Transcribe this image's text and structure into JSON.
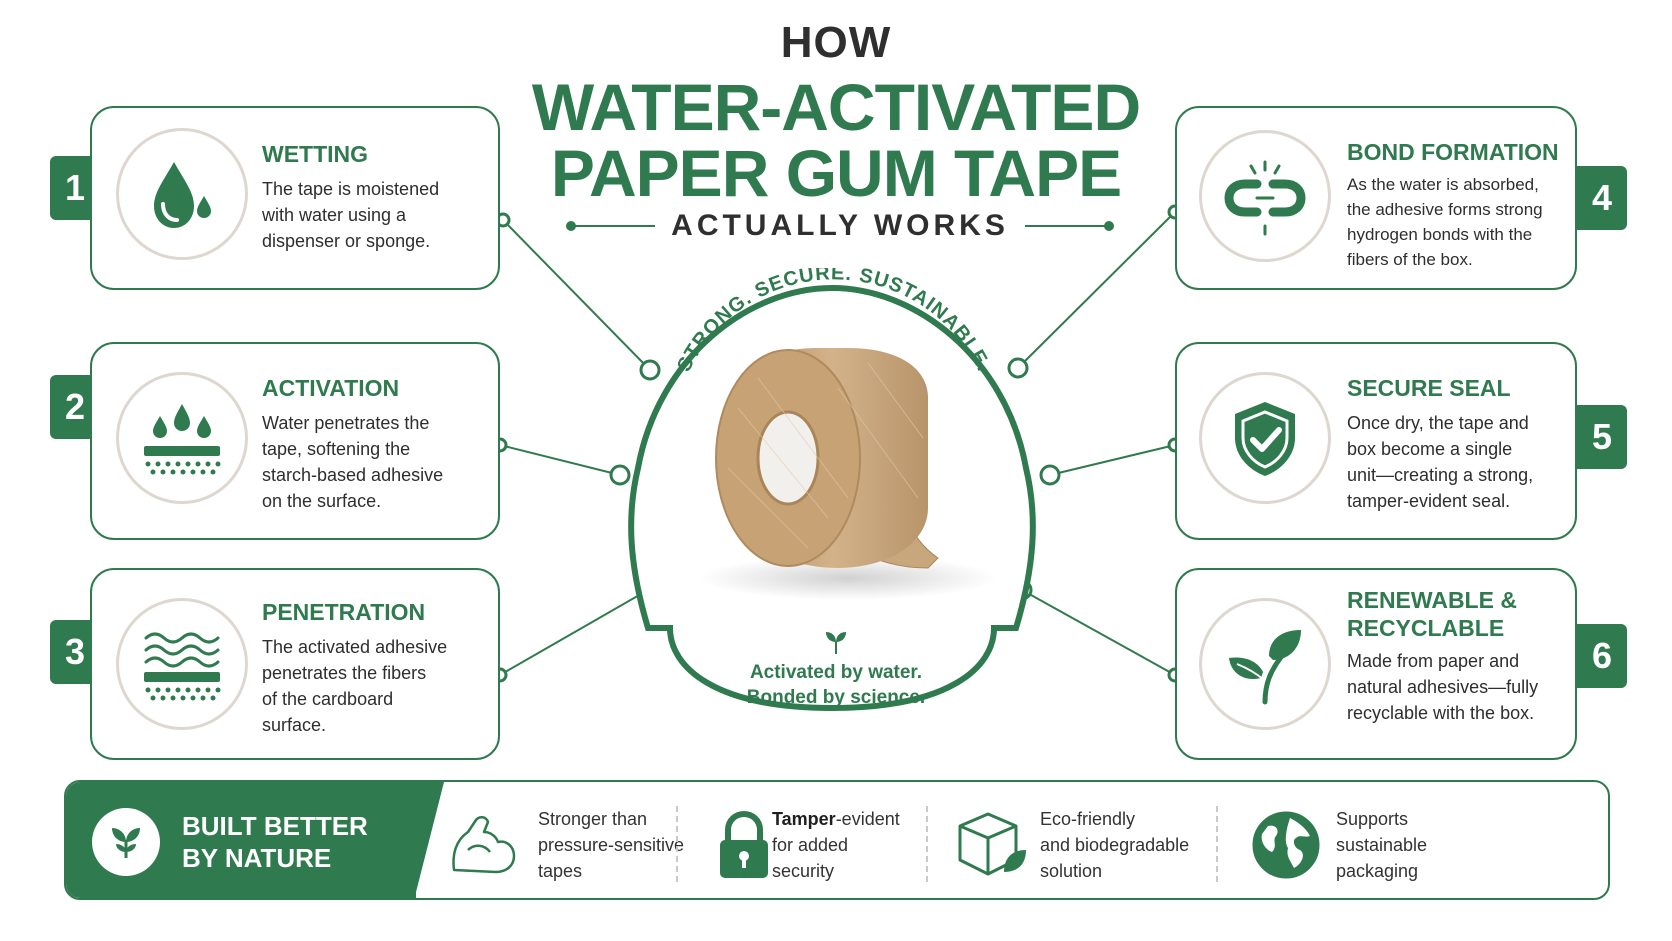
{
  "header": {
    "line1": "HOW",
    "line2": "WATER-ACTIVATED",
    "line3": "PAPER GUM TAPE",
    "subtitle": "ACTUALLY WORKS"
  },
  "center": {
    "arc_text": "STRONG. SECURE. SUSTAINABLE.",
    "caption_line1": "Activated by water.",
    "caption_line2": "Bonded by science."
  },
  "steps": [
    {
      "number": "1",
      "title": "WETTING",
      "lines": [
        "The tape is moistened",
        "with water using a",
        "dispenser or sponge."
      ],
      "icon": "water-drop-icon"
    },
    {
      "number": "2",
      "title": "ACTIVATION",
      "lines": [
        "Water penetrates the",
        "tape, softening the",
        "starch-based adhesive",
        "on the surface."
      ],
      "icon": "drops-on-layer-icon"
    },
    {
      "number": "3",
      "title": "PENETRATION",
      "lines": [
        "The activated adhesive",
        "penetrates the fibers",
        "of the cardboard",
        "surface."
      ],
      "icon": "waves-layer-icon"
    },
    {
      "number": "4",
      "title": "BOND FORMATION",
      "lines": [
        "As the water is absorbed,",
        "the adhesive forms strong",
        "hydrogen bonds with the",
        "fibers of the box."
      ],
      "icon": "chain-link-icon"
    },
    {
      "number": "5",
      "title": "SECURE SEAL",
      "lines": [
        "Once dry, the tape and",
        "box become a single",
        "unit—creating a strong,",
        "tamper-evident seal."
      ],
      "icon": "shield-check-icon"
    },
    {
      "number": "6",
      "title_line1": "RENEWABLE &",
      "title_line2": "RECYCLABLE",
      "lines": [
        "Made from paper and",
        "natural adhesives—fully",
        "recyclable with the box."
      ],
      "icon": "leaf-icon"
    }
  ],
  "banner": {
    "title_line1": "BUILT BETTER",
    "title_line2": "BY NATURE",
    "features": [
      {
        "lines": [
          "Stronger than",
          "pressure-sensitive",
          "tapes"
        ],
        "icon": "flexed-arm-icon"
      },
      {
        "bold": "Tamper",
        "line1_rest": "-evident",
        "lines": [
          "for added",
          "security"
        ],
        "icon": "padlock-icon"
      },
      {
        "lines": [
          "Eco-friendly",
          "and biodegradable",
          "solution"
        ],
        "icon": "box-leaf-icon"
      },
      {
        "lines": [
          "Supports",
          "sustainable",
          "packaging"
        ],
        "icon": "globe-icon"
      }
    ]
  },
  "colors": {
    "brand_green": "#2f7a4e",
    "ring_gray": "#ddd7cf",
    "text_dark": "#2e2e2e",
    "kraft": "#c9a77c"
  }
}
